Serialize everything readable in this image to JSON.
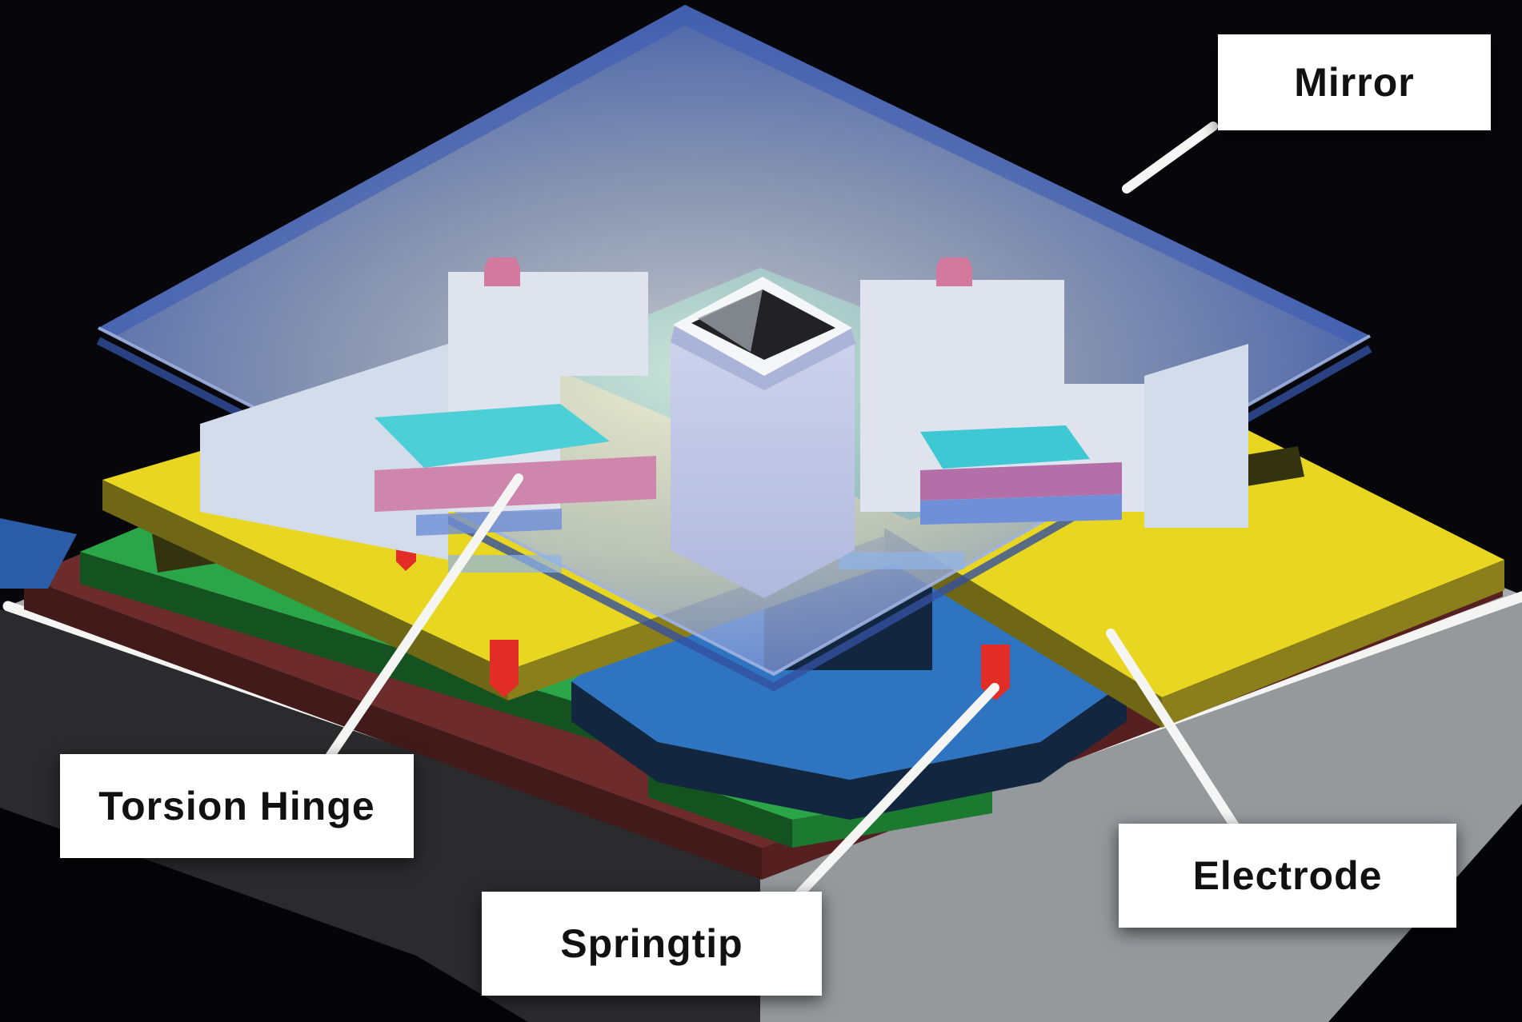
{
  "figure": {
    "type": "3d-exploded-diagram",
    "subject": "DMD micromirror pixel structure",
    "labels": {
      "mirror": "Mirror",
      "torsion_hinge": "Torsion Hinge",
      "springtip": "Springtip",
      "electrode": "Electrode"
    },
    "colors": {
      "background": "#07070b",
      "substrate_top": "#a8abae",
      "substrate_side_light": "#95999c",
      "substrate_side_dark": "#2b2b2e",
      "corner_black": "#050508",
      "rim_white": "#f4f4f2",
      "cmos_top": "#6e2b2b",
      "cmos_side_left": "#421a1a",
      "cmos_side_right": "#562020",
      "green_top": "#2aa648",
      "green_side_left": "#14531f",
      "green_side_right": "#1b7a30",
      "yellow_top": "#e8d621",
      "yellow_side_left": "#6f6716",
      "yellow_side_right": "#8a7f1a",
      "hole_dark": "#33330f",
      "yoke_blue": "#2f74c0",
      "yoke_navy": "#132640",
      "edge_blue_wedge": "#2b5ca8",
      "red_springtip": "#e22d26",
      "mirror_bevel": "#3c5cb4",
      "mirror_edge_dark": "#33509f",
      "mirror_edge_light": "#9fb2e2",
      "post_white": "#dfe3ee",
      "post_white_dim": "#d3dcea",
      "pink_cap": "#d4799e",
      "cyan_hinge": "#4ccfd6",
      "cyan_hinge_right": "#3ec8d4",
      "pink_band": "#cf86ad",
      "pink_band_right": "#b56fa8",
      "blue_band": "#6f8fd8",
      "blue_step": "#8fb4e8",
      "cube_shadow": "#aab3d8",
      "via_rim": "#f5f6f8",
      "via_black": "#212126",
      "via_gray": "#9298a0",
      "leader_white": "#f5f5f3",
      "label_bg": "#ffffff",
      "label_text": "#111111"
    }
  }
}
